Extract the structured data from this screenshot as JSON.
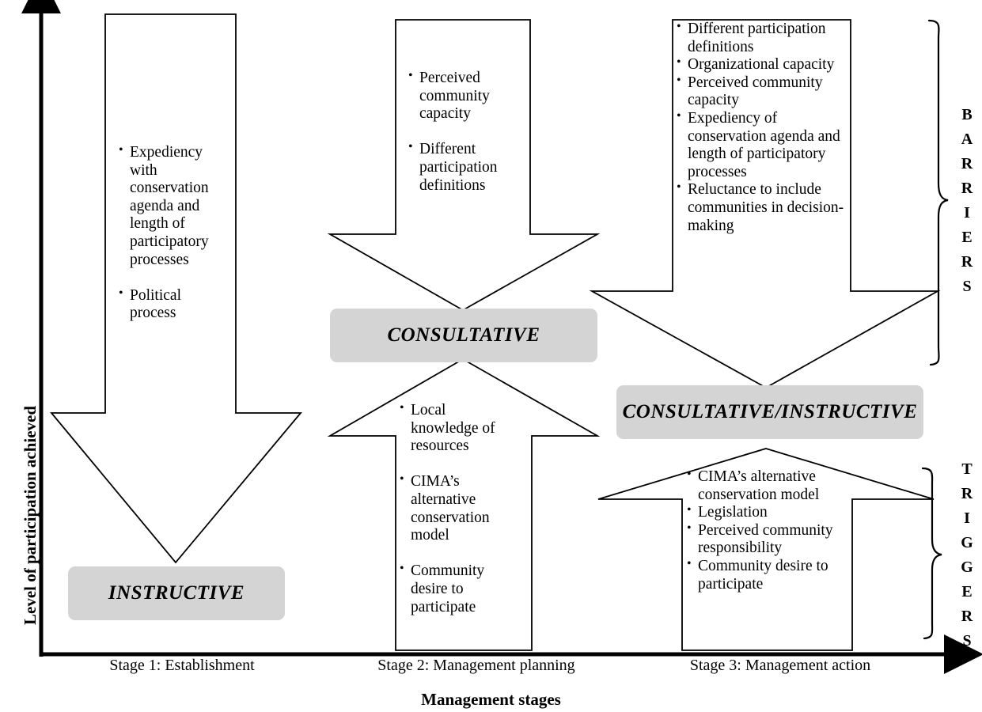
{
  "axes": {
    "y_title": "Level of participation achieved",
    "x_title": "Management stages",
    "stages": [
      {
        "label": "Stage 1: Establishment"
      },
      {
        "label": "Stage 2: Management planning"
      },
      {
        "label": "Stage 3: Management action"
      }
    ]
  },
  "side_labels": {
    "barriers": "BARRIERS",
    "triggers": "TRIGGERS"
  },
  "levels": [
    {
      "id": "instructive",
      "label": "INSTRUCTIVE"
    },
    {
      "id": "consultative",
      "label": "CONSULTATIVE"
    },
    {
      "id": "consultative-instructive",
      "label": "CONSULTATIVE/INSTRUCTIVE"
    }
  ],
  "barriers": {
    "stage1": [
      "Expediency with conservation agenda and length of participatory processes",
      "Political process"
    ],
    "stage2": [
      "Perceived community capacity",
      "Different participation definitions"
    ],
    "stage3": [
      "Different participation definitions",
      "Organizational capacity",
      "Perceived community capacity",
      "Expediency of conservation agenda and length of participatory processes",
      "Reluctance to include communities in decision-making"
    ]
  },
  "triggers": {
    "stage2": [
      "Local knowledge of resources",
      "CIMA’s alternative conservation model",
      "Community desire to participate"
    ],
    "stage3": [
      "CIMA’s alternative conservation model",
      "Legislation",
      "Perceived community responsibility",
      "Community desire to participate"
    ]
  },
  "colors": {
    "label_fill": "#d4d4d4",
    "stroke": "#000000",
    "background": "#ffffff"
  }
}
